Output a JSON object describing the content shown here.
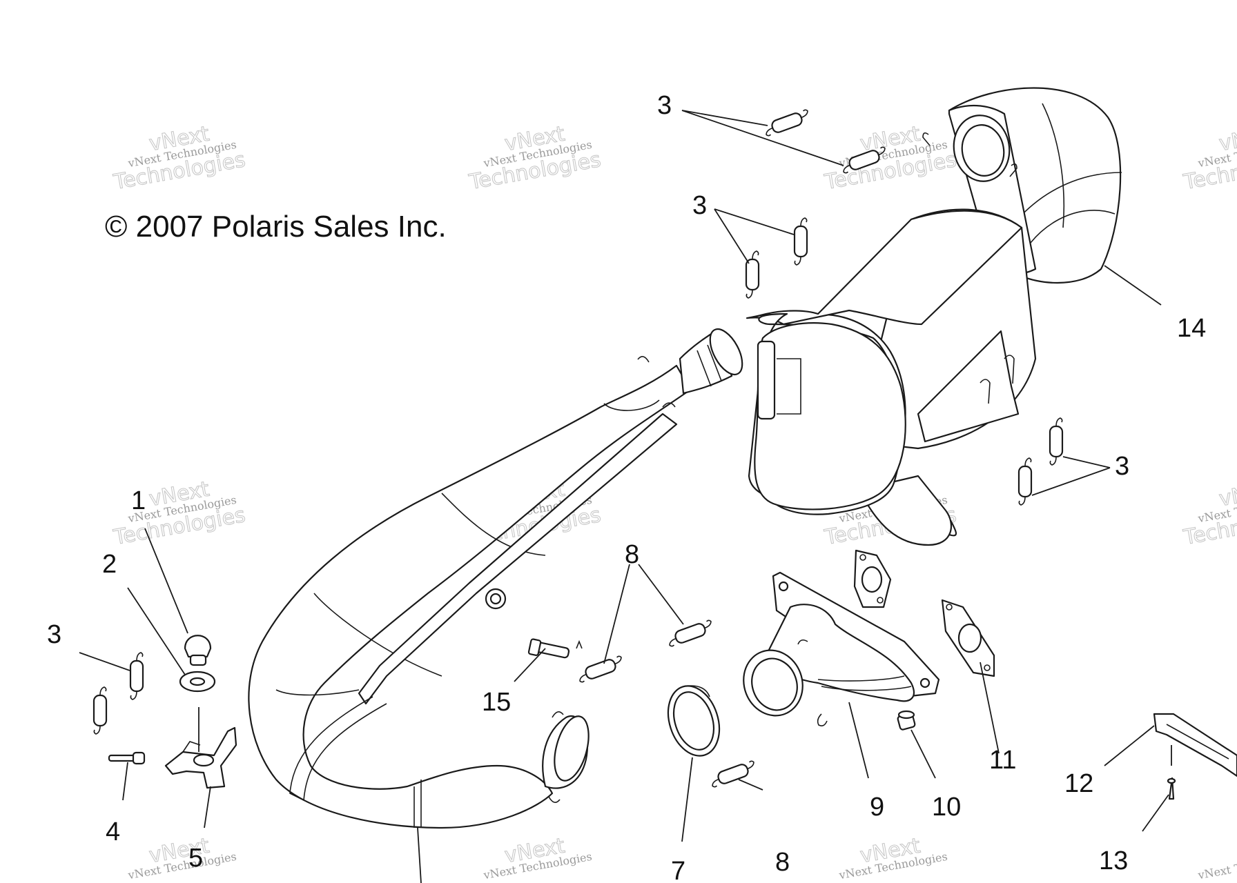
{
  "copyright": "© 2007 Polaris Sales Inc.",
  "watermark": {
    "small": "vNext Technologies",
    "large": "Technologies",
    "top": "vNext"
  },
  "callouts": {
    "c1": "1",
    "c2": "2",
    "c3a": "3",
    "c3b": "3",
    "c3c": "3",
    "c3d": "3",
    "c4": "4",
    "c5": "5",
    "c7": "7",
    "c8a": "8",
    "c8b": "8",
    "c9": "9",
    "c10": "10",
    "c11": "11",
    "c12": "12",
    "c13": "13",
    "c14": "14",
    "c15": "15"
  }
}
